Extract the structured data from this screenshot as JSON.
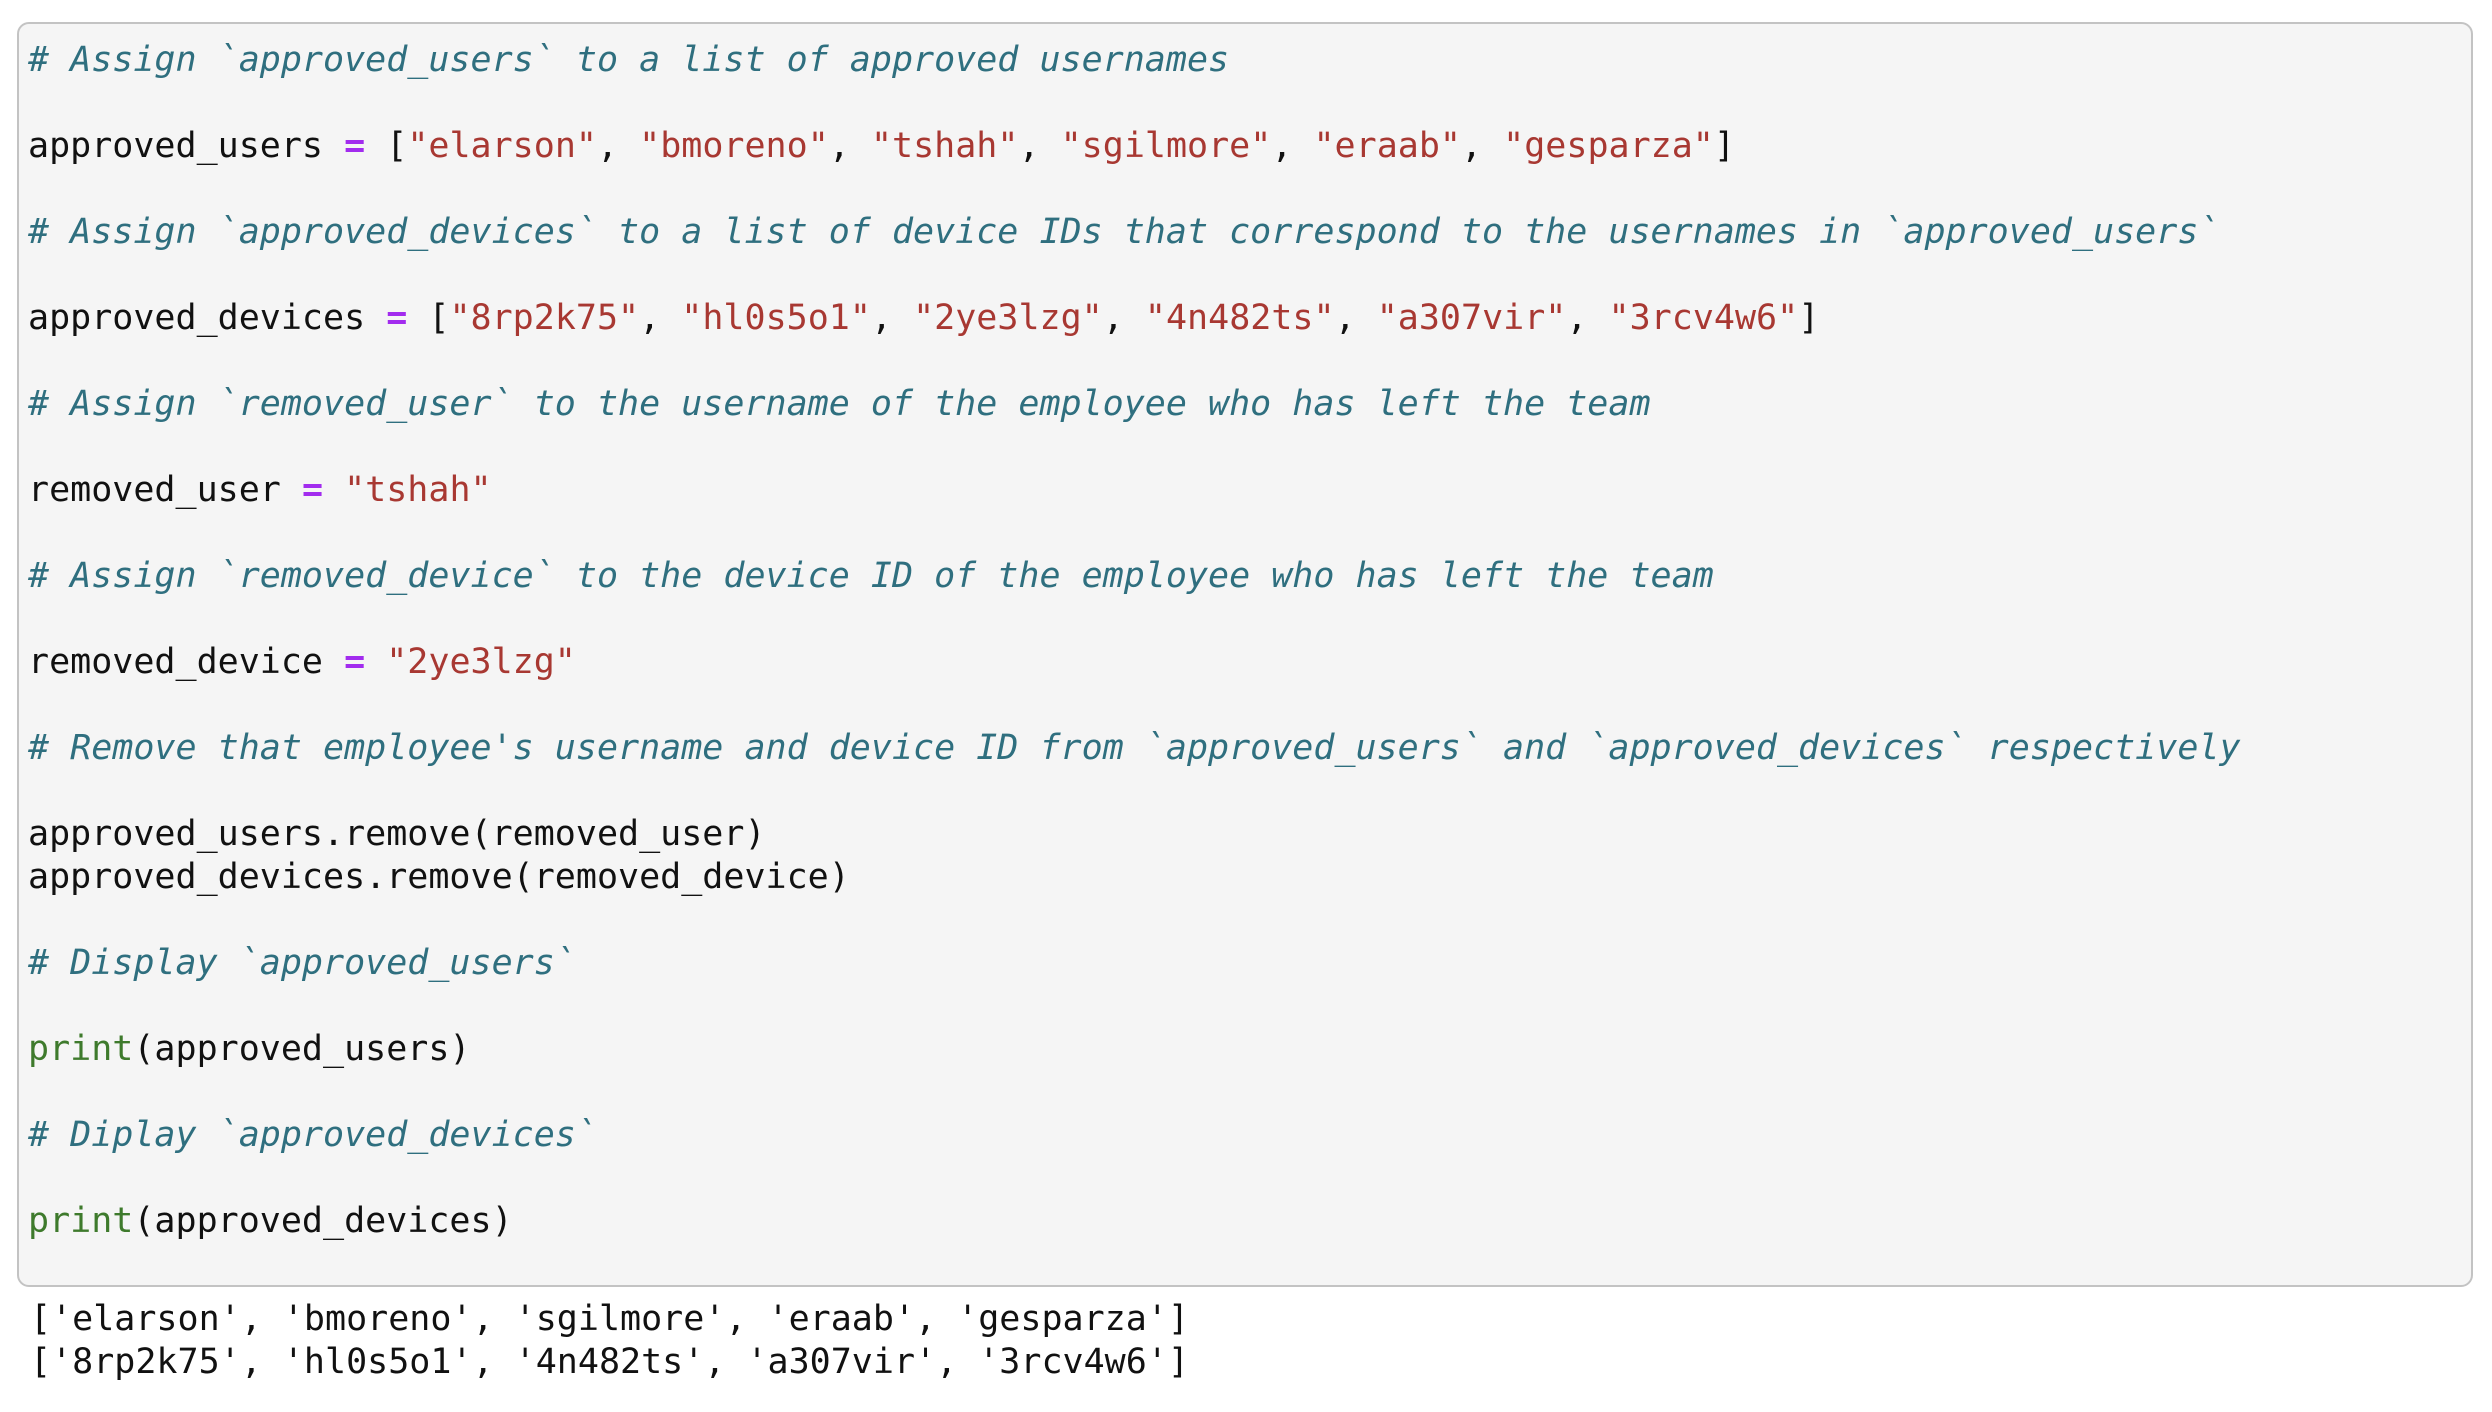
{
  "colors": {
    "page_bg": "#ffffff",
    "cell_bg": "#f5f5f5",
    "cell_border": "#c3c3c3",
    "code_text": "#111111",
    "comment": "#2f6f7f",
    "string": "#a83832",
    "operator": "#a22cee",
    "builtin": "#3e7a2c",
    "output_text": "#111111"
  },
  "code_cell": {
    "language": "python",
    "lines": [
      {
        "segments": [
          {
            "type": "comment",
            "text": "# Assign `approved_users` to a list of approved usernames"
          }
        ]
      },
      {
        "segments": []
      },
      {
        "segments": [
          {
            "type": "plain",
            "text": "approved_users "
          },
          {
            "type": "operator",
            "text": "="
          },
          {
            "type": "plain",
            "text": " ["
          },
          {
            "type": "string",
            "text": "\"elarson\""
          },
          {
            "type": "plain",
            "text": ", "
          },
          {
            "type": "string",
            "text": "\"bmoreno\""
          },
          {
            "type": "plain",
            "text": ", "
          },
          {
            "type": "string",
            "text": "\"tshah\""
          },
          {
            "type": "plain",
            "text": ", "
          },
          {
            "type": "string",
            "text": "\"sgilmore\""
          },
          {
            "type": "plain",
            "text": ", "
          },
          {
            "type": "string",
            "text": "\"eraab\""
          },
          {
            "type": "plain",
            "text": ", "
          },
          {
            "type": "string",
            "text": "\"gesparza\""
          },
          {
            "type": "plain",
            "text": "]"
          }
        ]
      },
      {
        "segments": []
      },
      {
        "segments": [
          {
            "type": "comment",
            "text": "# Assign `approved_devices` to a list of device IDs that correspond to the usernames in `approved_users`"
          }
        ]
      },
      {
        "segments": []
      },
      {
        "segments": [
          {
            "type": "plain",
            "text": "approved_devices "
          },
          {
            "type": "operator",
            "text": "="
          },
          {
            "type": "plain",
            "text": " ["
          },
          {
            "type": "string",
            "text": "\"8rp2k75\""
          },
          {
            "type": "plain",
            "text": ", "
          },
          {
            "type": "string",
            "text": "\"hl0s5o1\""
          },
          {
            "type": "plain",
            "text": ", "
          },
          {
            "type": "string",
            "text": "\"2ye3lzg\""
          },
          {
            "type": "plain",
            "text": ", "
          },
          {
            "type": "string",
            "text": "\"4n482ts\""
          },
          {
            "type": "plain",
            "text": ", "
          },
          {
            "type": "string",
            "text": "\"a307vir\""
          },
          {
            "type": "plain",
            "text": ", "
          },
          {
            "type": "string",
            "text": "\"3rcv4w6\""
          },
          {
            "type": "plain",
            "text": "]"
          }
        ]
      },
      {
        "segments": []
      },
      {
        "segments": [
          {
            "type": "comment",
            "text": "# Assign `removed_user` to the username of the employee who has left the team"
          }
        ]
      },
      {
        "segments": []
      },
      {
        "segments": [
          {
            "type": "plain",
            "text": "removed_user "
          },
          {
            "type": "operator",
            "text": "="
          },
          {
            "type": "plain",
            "text": " "
          },
          {
            "type": "string",
            "text": "\"tshah\""
          }
        ]
      },
      {
        "segments": []
      },
      {
        "segments": [
          {
            "type": "comment",
            "text": "# Assign `removed_device` to the device ID of the employee who has left the team"
          }
        ]
      },
      {
        "segments": []
      },
      {
        "segments": [
          {
            "type": "plain",
            "text": "removed_device "
          },
          {
            "type": "operator",
            "text": "="
          },
          {
            "type": "plain",
            "text": " "
          },
          {
            "type": "string",
            "text": "\"2ye3lzg\""
          }
        ]
      },
      {
        "segments": []
      },
      {
        "segments": [
          {
            "type": "comment",
            "text": "# Remove that employee's username and device ID from `approved_users` and `approved_devices` respectively"
          }
        ]
      },
      {
        "segments": []
      },
      {
        "segments": [
          {
            "type": "plain",
            "text": "approved_users.remove(removed_user)"
          }
        ]
      },
      {
        "segments": [
          {
            "type": "plain",
            "text": "approved_devices.remove(removed_device)"
          }
        ]
      },
      {
        "segments": []
      },
      {
        "segments": [
          {
            "type": "comment",
            "text": "# Display `approved_users`"
          }
        ]
      },
      {
        "segments": []
      },
      {
        "segments": [
          {
            "type": "builtin",
            "text": "print"
          },
          {
            "type": "plain",
            "text": "(approved_users)"
          }
        ]
      },
      {
        "segments": []
      },
      {
        "segments": [
          {
            "type": "comment",
            "text": "# Diplay `approved_devices`"
          }
        ]
      },
      {
        "segments": []
      },
      {
        "segments": [
          {
            "type": "builtin",
            "text": "print"
          },
          {
            "type": "plain",
            "text": "(approved_devices)"
          }
        ]
      }
    ]
  },
  "output": {
    "lines": [
      "['elarson', 'bmoreno', 'sgilmore', 'eraab', 'gesparza']",
      "['8rp2k75', 'hl0s5o1', '4n482ts', 'a307vir', '3rcv4w6']"
    ]
  }
}
